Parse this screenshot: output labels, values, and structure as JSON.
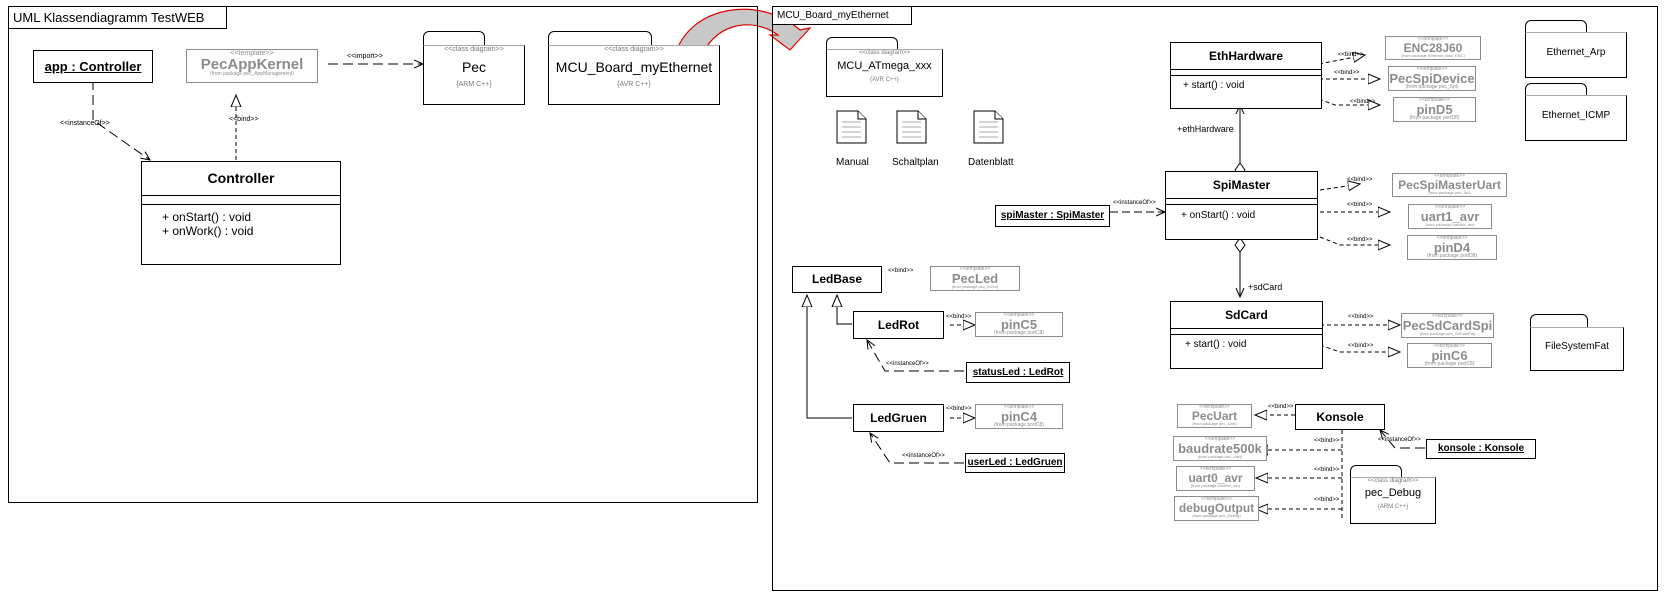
{
  "left_frame": {
    "title": "UML Klassendiagramm TestWEB",
    "app_object": "app : Controller",
    "template_pecappkernel": {
      "stereotype": "<<template>>",
      "name": "PecAppKernel",
      "from": "(from package pec_AppManagement)"
    },
    "controller": {
      "name": "Controller",
      "operations": [
        "+ onStart() : void",
        "+ onWork() : void"
      ]
    },
    "pkg_pec": {
      "stereotype": "<<class diagram>>",
      "name": "Pec",
      "property": "{ARM C++}"
    },
    "pkg_mcu_board": {
      "stereotype": "<<class diagram>>",
      "name": "MCU_Board_myEthernet",
      "property": "{AVR C++}"
    },
    "labels": {
      "instance_of": "<<instanceOf>>",
      "bind": "<<bind>>",
      "import": "<<import>>"
    }
  },
  "right_frame": {
    "title": "MCU_Board_myEthernet",
    "pkg_mcu_atmega": {
      "stereotype": "<<class diagram>>",
      "name": "MCU_ATmega_xxx",
      "property": "{AVR C++}"
    },
    "documents": [
      "Manual",
      "Schaltplan",
      "Datenblatt"
    ],
    "packages": [
      "Ethernet_Arp",
      "Ethernet_ICMP",
      "FileSystemFat"
    ],
    "pkg_pec_debug": {
      "stereotype": "<<class diagram>>",
      "name": "pec_Debug",
      "property": "{ARM C++}"
    },
    "eth_hardware": {
      "name": "EthHardware",
      "operations": [
        "+ start() : void"
      ],
      "role": "+ethHardware"
    },
    "spi_master": {
      "name": "SpiMaster",
      "operations": [
        "+ onStart() : void"
      ]
    },
    "sd_card": {
      "name": "SdCard",
      "operations": [
        "+ start() : void"
      ],
      "role": "+sdCard"
    },
    "spi_master_object": "spiMaster : SpiMaster",
    "led_base": {
      "name": "LedBase"
    },
    "led_rot": {
      "name": "LedRot"
    },
    "led_gruen": {
      "name": "LedGruen"
    },
    "status_led_object": "statusLed : LedRot",
    "user_led_object": "userLed : LedGruen",
    "konsole": {
      "name": "Konsole"
    },
    "konsole_object": "konsole : Konsole",
    "templates": [
      {
        "stereotype": "<<template>>",
        "name": "ENC28J60",
        "from": "(from package Ethernet_Mac_ENC)"
      },
      {
        "stereotype": "<<template>>",
        "name": "PecSpiDevice",
        "from": "(from package pec_Spi)"
      },
      {
        "stereotype": "<<template>>",
        "name": "pinD5",
        "from": "(from package portD8)"
      },
      {
        "stereotype": "<<template>>",
        "name": "PecSpiMasterUart",
        "from": "(from package pec_Spi)"
      },
      {
        "stereotype": "<<template>>",
        "name": "uart1_avr",
        "from": "(from package UartAvr_avr)"
      },
      {
        "stereotype": "<<template>>",
        "name": "pinD4",
        "from": "(from package portD8)"
      },
      {
        "stereotype": "<<template>>",
        "name": "PecSdCardSpi",
        "from": "(from package pec_SdCardFat)"
      },
      {
        "stereotype": "<<template>>",
        "name": "pinC6",
        "from": "(from package portC8)"
      },
      {
        "stereotype": "<<template>>",
        "name": "PecLed",
        "from": "(from package pec_InOut)"
      },
      {
        "stereotype": "<<template>>",
        "name": "pinC5",
        "from": "(from package portC8)"
      },
      {
        "stereotype": "<<template>>",
        "name": "pinC4",
        "from": "(from package portC8)"
      },
      {
        "stereotype": "<<template>>",
        "name": "PecUart",
        "from": "(from package pec_Uart)"
      },
      {
        "stereotype": "<<template>>",
        "name": "baudrate500k",
        "from": "(from package pec_Uart)"
      },
      {
        "stereotype": "<<template>>",
        "name": "uart0_avr",
        "from": "(from package UartAvr_avr)"
      },
      {
        "stereotype": "<<template>>",
        "name": "debugOutput",
        "from": "(from package pec_Debug)"
      }
    ],
    "labels": {
      "bind": "<<bind>>",
      "instance_of": "<<instanceOf>>"
    }
  },
  "colors": {
    "template_gray": "#8c8c8c",
    "arrow_red": "#e00000",
    "arrow_fill": "#c8c8c8"
  }
}
